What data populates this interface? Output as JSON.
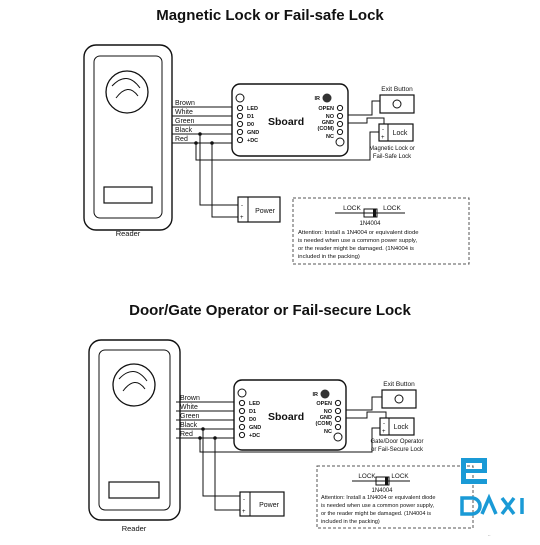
{
  "diagram1": {
    "title": "Magnetic Lock or Fail-safe Lock",
    "wires": [
      "Brown",
      "White",
      "Green",
      "Black",
      "Red"
    ],
    "board_name": "Sboard",
    "board_left_pins": [
      "LED",
      "D1",
      "D0",
      "GND",
      "+DC"
    ],
    "board_right_pins": [
      "OPEN",
      "NO",
      "GND",
      "(COM)",
      "NC"
    ],
    "ir_label": "IR",
    "exit_button_label": "Exit Button",
    "lock_label": "Lock",
    "lock_caption_1": "Magnetic Lock or",
    "lock_caption_2": "Fail-Safe Lock",
    "power_label": "Power",
    "reader_label": "Reader",
    "note": {
      "lock_left": "LOCK",
      "lock_right": "LOCK",
      "diode": "1N4004",
      "lines": [
        "Attention: Install a 1N4004 or equivalent diode",
        "is needed when use a common power supply,",
        "or the reader might be damaged. (1N4004 is",
        "included in the packing)"
      ]
    }
  },
  "diagram2": {
    "title": "Door/Gate Operator or Fail-secure Lock",
    "wires": [
      "Brown",
      "White",
      "Green",
      "Black",
      "Red"
    ],
    "board_name": "Sboard",
    "board_left_pins": [
      "LED",
      "D1",
      "D0",
      "GND",
      "+DC"
    ],
    "board_right_pins": [
      "OPEN",
      "NO",
      "GND",
      "(COM)",
      "NC"
    ],
    "ir_label": "IR",
    "exit_button_label": "Exit Button",
    "lock_label": "Lock",
    "lock_caption_1": "Gate/Door Operator",
    "lock_caption_2": "or Fail-Secure Lock",
    "power_label": "Power",
    "reader_label": "Reader",
    "note": {
      "lock_left": "LOCK",
      "lock_right": "LOCK",
      "diode": "1N4004",
      "lines": [
        "Attention: Install a 1N4004 or equivalent diode",
        "is needed when use a common power supply,",
        "or the reader might be damaged. (1N4004 is",
        "included in the packing)"
      ]
    }
  },
  "logo": {
    "text": "DAXI",
    "accent": "#1a9ad6"
  },
  "colors": {
    "line": "#111111",
    "note_border": "#555555"
  }
}
